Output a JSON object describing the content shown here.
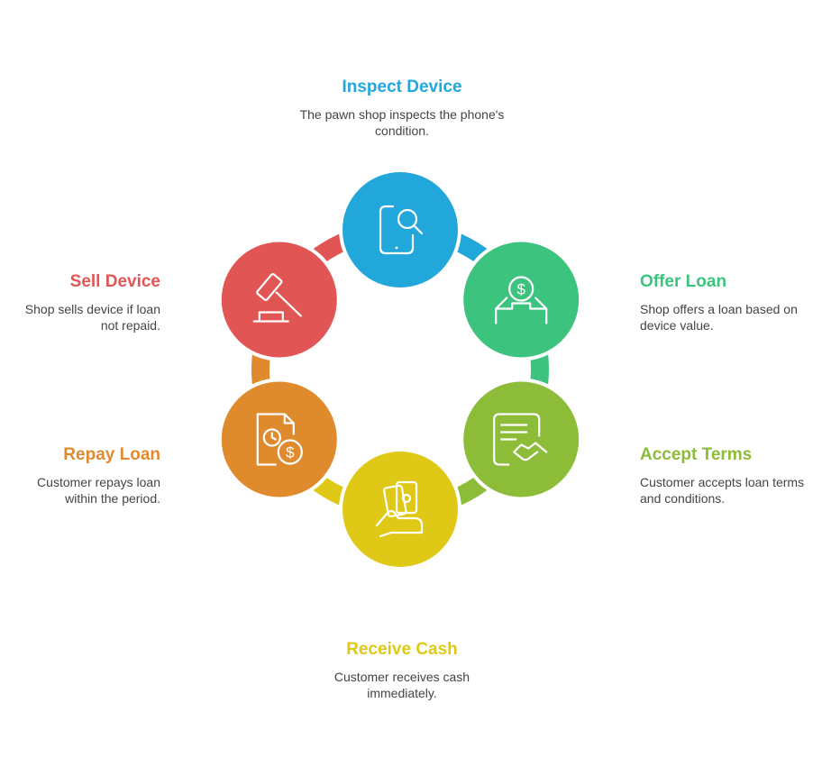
{
  "steps": [
    {
      "id": "inspect",
      "title": "Inspect Device",
      "description": "The pawn shop inspects the phone's condition.",
      "color": "#21A7DA",
      "icon": "phone-search-icon"
    },
    {
      "id": "offer",
      "title": "Offer Loan",
      "description": "Shop offers a loan based on device value.",
      "color": "#3CC47F",
      "icon": "money-box-icon"
    },
    {
      "id": "accept",
      "title": "Accept Terms",
      "description": "Customer accepts loan terms and conditions.",
      "color": "#8DBC38",
      "icon": "contract-handshake-icon"
    },
    {
      "id": "receive",
      "title": "Receive Cash",
      "description": "Customer receives cash immediately.",
      "color": "#DFC916",
      "icon": "cash-in-hand-icon"
    },
    {
      "id": "repay",
      "title": "Repay Loan",
      "description": "Customer repays loan within the period.",
      "color": "#E08A2E",
      "icon": "bill-clock-dollar-icon"
    },
    {
      "id": "sell",
      "title": "Sell Device",
      "description": "Shop sells device if loan not repaid.",
      "color": "#E15555",
      "icon": "gavel-icon"
    }
  ]
}
